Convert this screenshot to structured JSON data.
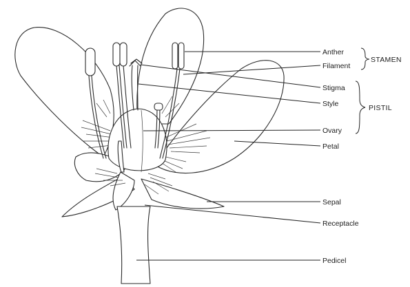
{
  "labels": {
    "anther": "Anther",
    "filament": "Filament",
    "stigma": "Stigma",
    "style": "Style",
    "ovary": "Ovary",
    "petal": "Petal",
    "sepal": "Sepal",
    "receptacle": "Receptacle",
    "pedicel": "Pedicel"
  },
  "groups": {
    "stamen": "STAMEN",
    "pistil": "PISTIL"
  },
  "colors": {
    "ink": "#2a2a2a",
    "background": "#ffffff"
  }
}
